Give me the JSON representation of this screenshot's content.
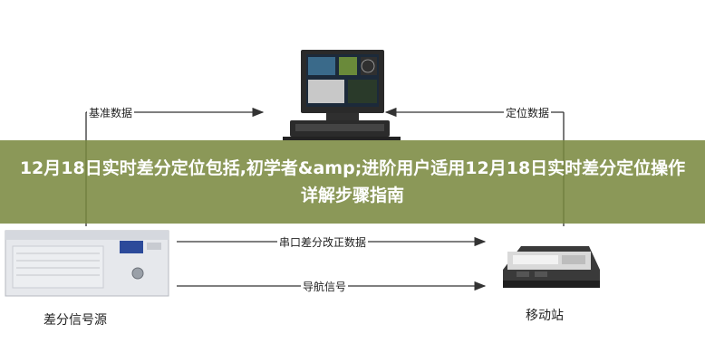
{
  "banner": {
    "title": "12月18日实时差分定位包括,初学者&amp;进阶用户适用12月18日实时差分定位操作详解步骤指南",
    "background": "#78873c"
  },
  "diagram": {
    "label_reference_data": "基准数据",
    "label_positioning_data": "定位数据",
    "label_rtcm_correction": "串口差分改正数据",
    "label_navigation_signal": "导航信号",
    "node_base_station": "差分信号源",
    "node_mobile_station": "移动站"
  }
}
